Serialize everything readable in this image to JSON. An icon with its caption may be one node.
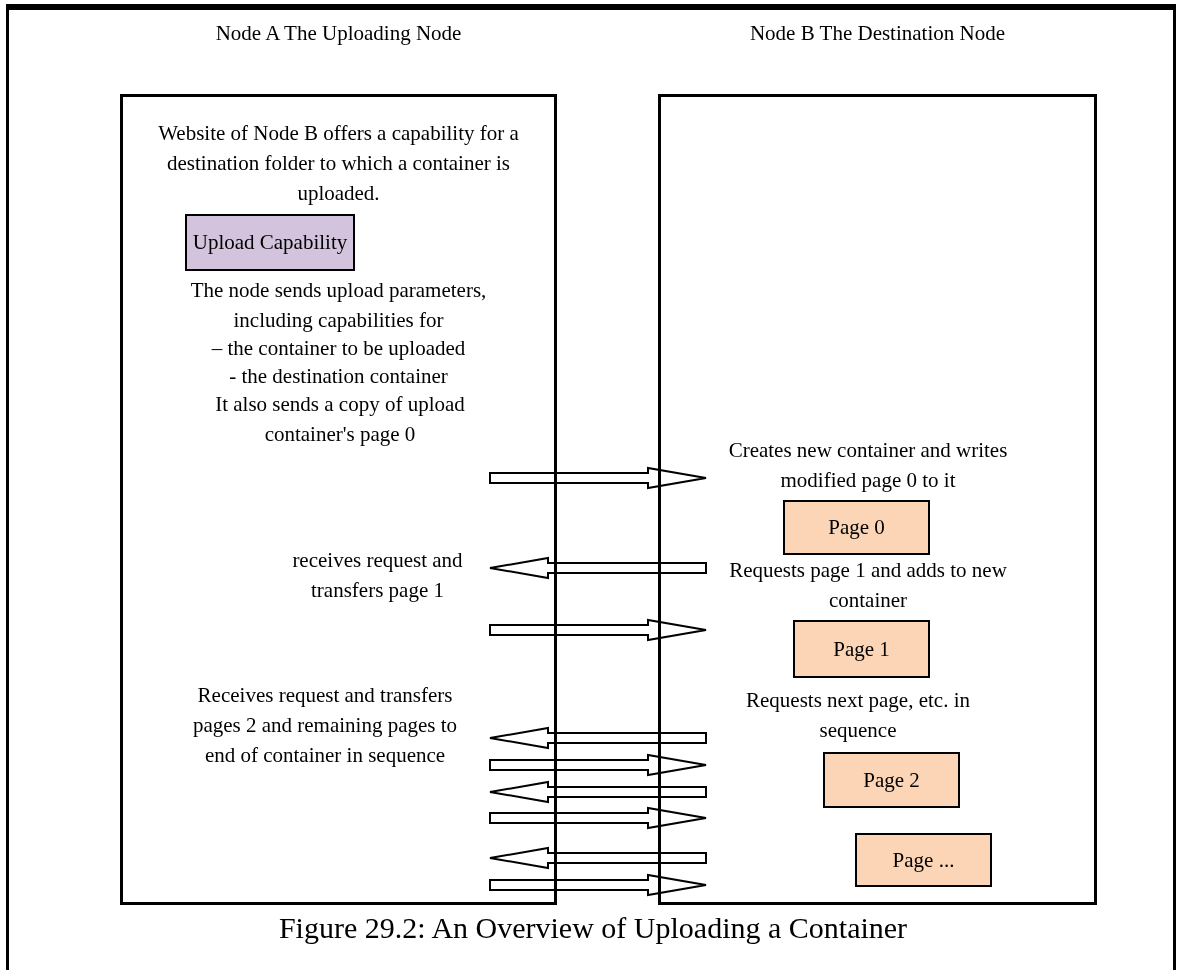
{
  "diagram": {
    "caption": "Figure 29.2: An Overview of Uploading a Container",
    "nodes": [
      {
        "text": [
          "Node A The Uploading Node",
          "Website of Node B offers a capability for a destination folder to which a container is uploaded.",
          "The node sends upload parameters, including capabilities for",
          "– the container to be uploaded",
          "- the destination container",
          "It also sends a copy of upload container's page 0",
          "receives request and transfers page 1",
          "Receives request and transfers pages 2 and remaining pages to end of container in sequence"
        ]
      },
      {
        "text": [
          "Upload Capability"
        ],
        "in": 0
      },
      {
        "text": [
          "Node B The Destination Node",
          "Creates new container and writes modified page 0 to it",
          "Requests page 1 and adds to new container",
          "Requests next page, etc. in sequence"
        ]
      },
      {
        "text": [
          "Page 0"
        ],
        "in": 2
      },
      {
        "text": [
          "Page 1"
        ],
        "in": 2
      },
      {
        "text": [
          "Page 2"
        ],
        "in": 2
      },
      {
        "text": [
          "Page ..."
        ],
        "in": 2
      }
    ],
    "edges": [
      {
        "from": 0,
        "to": 2,
        "arrow": "to"
      },
      {
        "from": 2,
        "to": 0,
        "arrow": "to"
      },
      {
        "from": 0,
        "to": 2,
        "arrow": "to"
      },
      {
        "from": 2,
        "to": 0,
        "arrow": "to"
      },
      {
        "from": 0,
        "to": 2,
        "arrow": "to"
      },
      {
        "from": 2,
        "to": 0,
        "arrow": "to"
      },
      {
        "from": 0,
        "to": 2,
        "arrow": "to"
      },
      {
        "from": 2,
        "to": 0,
        "arrow": "to"
      },
      {
        "from": 0,
        "to": 2,
        "arrow": "to"
      }
    ]
  }
}
